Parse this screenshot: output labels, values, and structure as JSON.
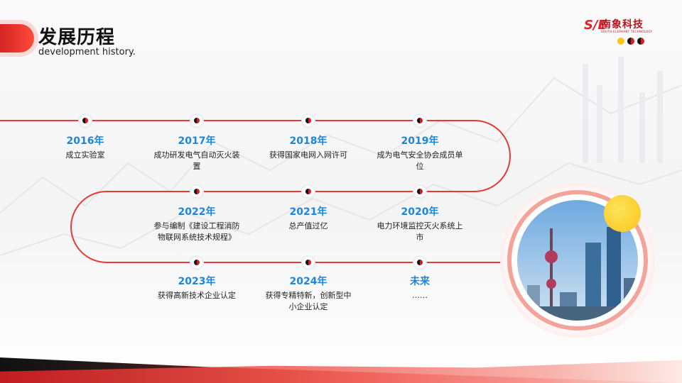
{
  "header": {
    "title": "发展历程",
    "subtitle": "development history."
  },
  "logo": {
    "mark": "S/E",
    "name": "南象科技",
    "tagline": "SOUTH ELEPHANT TECHNOLOGY"
  },
  "colors": {
    "accent_red": "#e11f23",
    "year_blue": "#1d86d7",
    "dot_yellow": "#f8c61a"
  },
  "timeline": [
    {
      "year": "2016年",
      "desc": "成立实验室"
    },
    {
      "year": "2017年",
      "desc": "成功研发电气自动灭火装置"
    },
    {
      "year": "2018年",
      "desc": "获得国家电网入网许可"
    },
    {
      "year": "2019年",
      "desc": "成为电气安全协会成员单位"
    },
    {
      "year": "2020年",
      "desc": "电力环境监控灭火系统上市"
    },
    {
      "year": "2021年",
      "desc": "总产值过亿"
    },
    {
      "year": "2022年",
      "desc": "参与编制《建设工程消防物联网系统技术规程》"
    },
    {
      "year": "2023年",
      "desc": "获得高新技术企业认定"
    },
    {
      "year": "2024年",
      "desc": "获得专精特新，创新型中小企业认定"
    },
    {
      "year": "未来",
      "desc": "……"
    }
  ],
  "image": {
    "name": "city-skyline-photo"
  }
}
